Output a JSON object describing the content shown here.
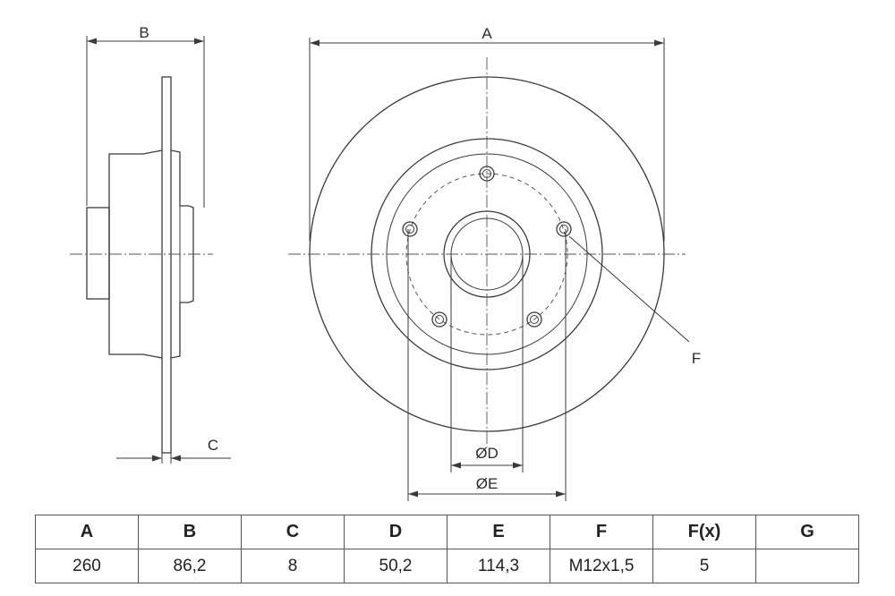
{
  "drawing": {
    "labels": {
      "a": "A",
      "b": "B",
      "c": "C",
      "d": "ØD",
      "e": "ØE",
      "f": "F"
    }
  },
  "spec_table": {
    "headers": [
      "A",
      "B",
      "C",
      "D",
      "E",
      "F",
      "F(x)",
      "G"
    ],
    "values": [
      "260",
      "86,2",
      "8",
      "50,2",
      "114,3",
      "M12x1,5",
      "5",
      ""
    ]
  }
}
